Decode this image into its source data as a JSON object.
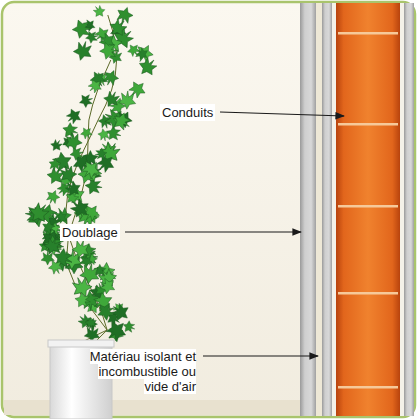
{
  "diagram": {
    "labels": [
      "Conduits",
      "Doublage",
      "Matériau isolant et incombustible ou vide d'air"
    ]
  }
}
